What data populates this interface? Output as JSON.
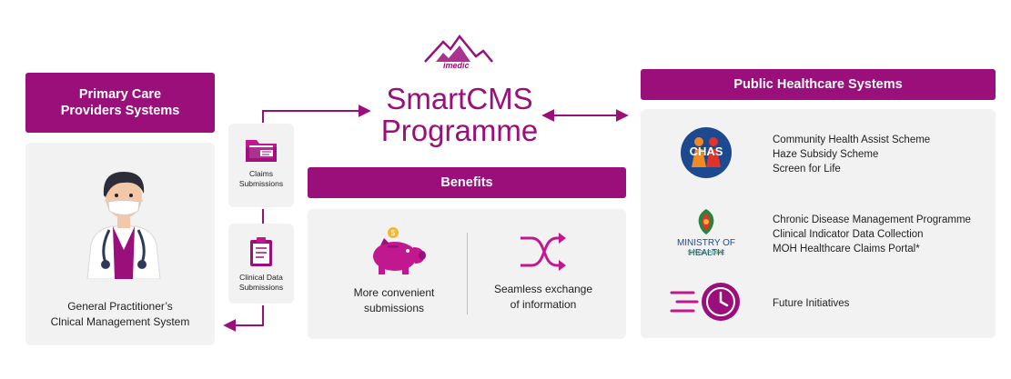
{
  "logo": {
    "text": "imedic"
  },
  "title": {
    "line1": "SmartCMS",
    "line2": "Programme"
  },
  "left": {
    "header": {
      "line1": "Primary Care",
      "line2": "Providers Systems"
    },
    "gp_label": {
      "line1": "General Practitioner’s",
      "line2": "Clnical Management System"
    }
  },
  "middle": {
    "claims": {
      "line1": "Claims",
      "line2": "Submissions"
    },
    "clinical": {
      "line1": "Clinical Data",
      "line2": "Submissions"
    }
  },
  "benefits": {
    "header": "Benefits",
    "item1": {
      "line1": "More convenient",
      "line2": "submissions"
    },
    "item2": {
      "line1": "Seamless exchange",
      "line2": "of information"
    }
  },
  "right": {
    "header": "Public Healthcare Systems",
    "chas": {
      "logo_text": "CHAS",
      "items": [
        "Community Health Assist Scheme",
        "Haze Subsidy Scheme",
        "Screen for Life"
      ]
    },
    "moh": {
      "logo_line1": "MINISTRY OF HEALTH",
      "logo_line2": "SINGAPORE",
      "items": [
        "Chronic Disease Management Programme",
        "Clinical Indicator Data Collection",
        "MOH Healthcare Claims Portal*"
      ]
    },
    "future": {
      "label": "Future Initiatives"
    }
  },
  "colors": {
    "brand": "#9b0f7b",
    "panel": "#f2f2f2",
    "magenta": "#c2188f"
  }
}
